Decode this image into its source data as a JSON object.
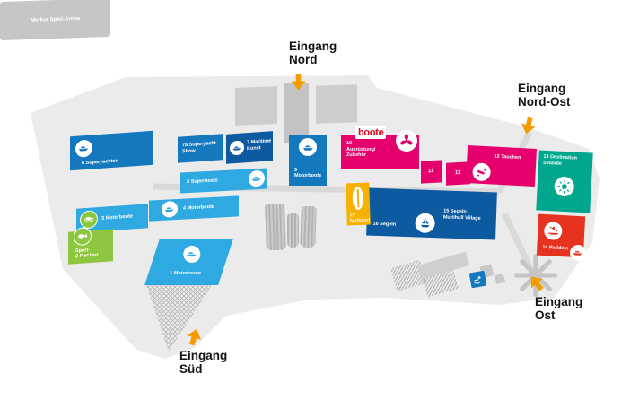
{
  "map": {
    "logo": {
      "text": "boote",
      "color": "#e2001a"
    },
    "arena_label": "Merkur Spiel-Arena"
  },
  "colors": {
    "orange": "#f49b00",
    "ground": "#ebebeb",
    "building": "#c9c9c9",
    "sign_blue": "#1478bf"
  },
  "entrances": {
    "nord": {
      "line1": "Eingang",
      "line2": "Nord"
    },
    "nordost": {
      "line1": "Eingang",
      "line2": "Nord-Ost"
    },
    "ost": {
      "line1": "Eingang",
      "line2": "Ost"
    },
    "sued": {
      "line1": "Eingang",
      "line2": "Süd"
    }
  },
  "halls": {
    "h1": {
      "label": "1 Motorboote",
      "color": "#2fa9e1",
      "icon": "motorboat"
    },
    "h2": {
      "label": "Sport-\n2 Fischen",
      "color": "#8dc63f",
      "icon": "fish"
    },
    "h3": {
      "label": "3 Motorboote",
      "color": "#2fa9e1",
      "icon": "car"
    },
    "h4": {
      "label": "4 Motorboote",
      "color": "#2fa9e1",
      "icon": "motorboat"
    },
    "h5": {
      "label": "5 Superboats",
      "color": "#2fa9e1",
      "icon": "motorboat"
    },
    "h6": {
      "label": "6 Superyachten",
      "color": "#1478bf",
      "icon": "yacht"
    },
    "h7a": {
      "label": "7a Superyacht\nShow",
      "color": "#1478bf"
    },
    "h7": {
      "label": "7 Maritime\nKunst",
      "color": "#0e5aa0",
      "icon": "motorboat"
    },
    "h9": {
      "label": "9\nMotorboote",
      "color": "#1478bf",
      "icon": "motorboat"
    },
    "h10": {
      "label": "10\nAusrüstung/\nZubehör",
      "color": "#e5006d",
      "icon": "propeller"
    },
    "h11a": {
      "label": "11",
      "color": "#e5006d"
    },
    "h11b": {
      "label": "11",
      "color": "#e5006d"
    },
    "h12": {
      "label": "12 Tauchen",
      "color": "#e5006d",
      "icon": "diver"
    },
    "h13": {
      "label": "13 Destination\nSeaside",
      "color": "#00a78c",
      "icon": "sun"
    },
    "h14": {
      "label": "14 Paddeln",
      "color": "#e6321f",
      "icon": "paddler"
    },
    "h15": {
      "label": "15 Segeln\nMultihull Village",
      "color": "#0e5aa0"
    },
    "h16": {
      "label": "16 Segeln",
      "color": "#0e5aa0",
      "icon": "sailboat"
    },
    "h17": {
      "label": "17\nSurfsport",
      "color": "#f7b100",
      "icon": "surfboard"
    }
  }
}
